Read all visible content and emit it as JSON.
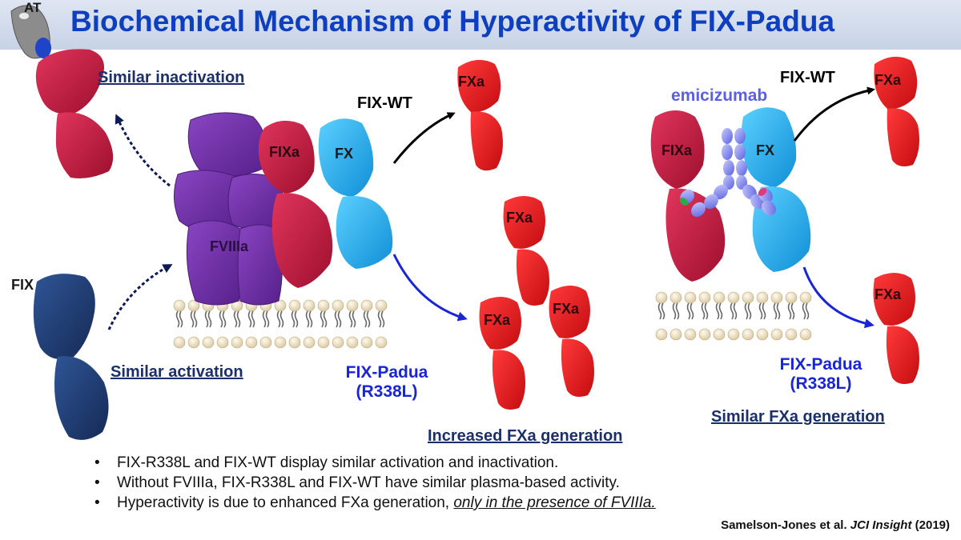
{
  "title": "Biochemical Mechanism of Hyperactivity of FIX-Padua",
  "labels": {
    "at": "AT",
    "fix": "FIX",
    "fixa_left": "FIXa",
    "fx_left": "FX",
    "fviiia": "FVIIIa",
    "fix_wt_left": "FIX-WT",
    "fxa_top_left": "FXa",
    "fxa_mid1": "FXa",
    "fxa_mid2": "FXa",
    "fxa_mid3": "FXa",
    "fix_padua_left_line1": "FIX-Padua",
    "fix_padua_left_line2": "(R338L)",
    "similar_inactivation": "Similar inactivation",
    "similar_activation": "Similar activation",
    "increased_fxa": "Increased FXa generation",
    "emicizumab": "emicizumab",
    "fixa_right": "FIXa",
    "fx_right": "FX",
    "fix_wt_right": "FIX-WT",
    "fxa_top_right": "FXa",
    "fxa_bottom_right": "FXa",
    "fix_padua_right_line1": "FIX-Padua",
    "fix_padua_right_line2": "(R338L)",
    "similar_fxa": "Similar FXa generation"
  },
  "bullets": [
    {
      "text": "FIX-R338L and FIX-WT display similar activation and inactivation.",
      "emphasis": ""
    },
    {
      "text": "Without FVIIIa, FIX-R338L and FIX-WT have similar plasma-based activity.",
      "emphasis": ""
    },
    {
      "text": "Hyperactivity is due to enhanced FXa generation, ",
      "emphasis": "only in the presence of FVIIIa."
    }
  ],
  "citation": {
    "authors": "Samelson-Jones et al. ",
    "journal": "JCI Insight",
    "year": " (2019)"
  },
  "colors": {
    "title": "#0e3fbf",
    "fixa_crimson": "#c4153e",
    "fx_cyan": "#1aa8ec",
    "fxa_red": "#e8141c",
    "fviiia_purple": "#6e2fa0",
    "fix_navy": "#1d3a6e",
    "arrow_blue": "#1a24d8",
    "lipid": "#efe3c4"
  }
}
